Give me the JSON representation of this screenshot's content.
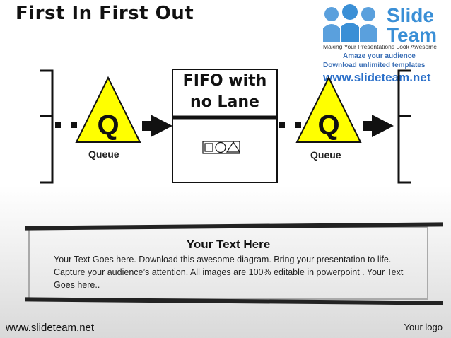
{
  "slide": {
    "title": "First In First Out"
  },
  "logo": {
    "word1": "Slide",
    "word2": "Team",
    "tagline": "Making Your Presentations Look Awesome",
    "promo1": "Amaze your audience",
    "promo2": "Download unlimited templates",
    "url": "www.slideteam.net",
    "color": "#3a8fd6"
  },
  "diagram": {
    "fifo_line1": "FIFO with",
    "fifo_line2": "no Lane",
    "queue_symbol": "Q",
    "queue_left_label": "Queue",
    "queue_right_label": "Queue",
    "triangle_fill": "#ffff00",
    "arrow_color": "#111111"
  },
  "textbox": {
    "heading": "Your Text Here",
    "body": "Your Text Goes here. Download this awesome diagram. Bring your presentation to life. Capture your audience’s attention. All images are 100% editable in powerpoint . Your Text Goes here.."
  },
  "footer": {
    "url": "www.slideteam.net",
    "logo_text": "Your logo"
  }
}
